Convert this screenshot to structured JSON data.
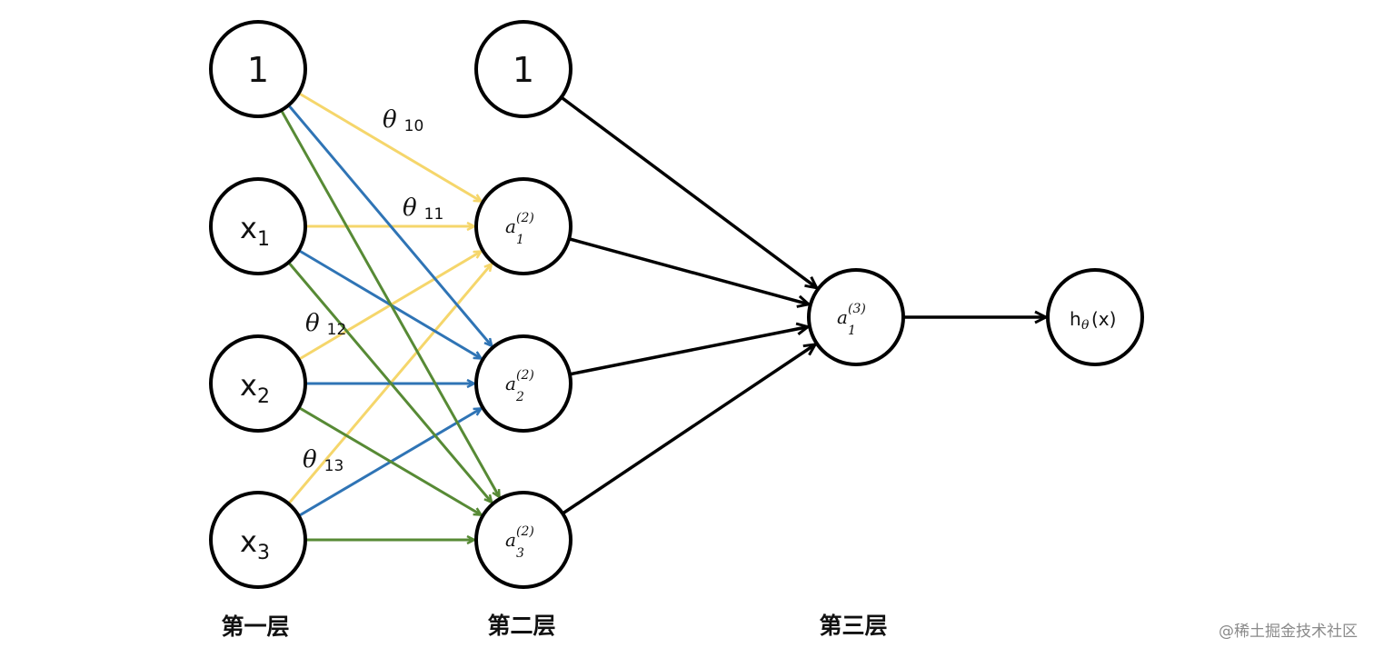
{
  "colors": {
    "yellow": "#f5d66b",
    "blue": "#2f74b5",
    "green": "#578a35",
    "black": "#000000"
  },
  "layer1": {
    "label": "第一层",
    "bias": "1",
    "x1": {
      "base": "x",
      "sub": "1"
    },
    "x2": {
      "base": "x",
      "sub": "2"
    },
    "x3": {
      "base": "x",
      "sub": "3"
    }
  },
  "layer2": {
    "label": "第二层",
    "bias": "1",
    "a1": {
      "base": "a",
      "sup": "(2)",
      "sub": "1"
    },
    "a2": {
      "base": "a",
      "sup": "(2)",
      "sub": "2"
    },
    "a3": {
      "base": "a",
      "sup": "(2)",
      "sub": "3"
    }
  },
  "layer3": {
    "label": "第三层",
    "a1": {
      "base": "a",
      "sup": "(3)",
      "sub": "1"
    }
  },
  "output": {
    "h": "h",
    "theta": "θ",
    "arg": "(x)"
  },
  "thetas": [
    {
      "sym": "θ",
      "sub": "10"
    },
    {
      "sym": "θ",
      "sub": "11"
    },
    {
      "sym": "θ",
      "sub": "12"
    },
    {
      "sym": "θ",
      "sub": "13"
    }
  ],
  "edges": [
    {
      "from": "bias1",
      "to": "a1",
      "color": "yellow"
    },
    {
      "from": "x1",
      "to": "a1",
      "color": "yellow"
    },
    {
      "from": "x2",
      "to": "a1",
      "color": "yellow"
    },
    {
      "from": "x3",
      "to": "a1",
      "color": "yellow"
    },
    {
      "from": "bias1",
      "to": "a2",
      "color": "blue"
    },
    {
      "from": "x1",
      "to": "a2",
      "color": "blue"
    },
    {
      "from": "x2",
      "to": "a2",
      "color": "blue"
    },
    {
      "from": "x3",
      "to": "a2",
      "color": "blue"
    },
    {
      "from": "bias1",
      "to": "a3",
      "color": "green"
    },
    {
      "from": "x1",
      "to": "a3",
      "color": "green"
    },
    {
      "from": "x2",
      "to": "a3",
      "color": "green"
    },
    {
      "from": "x3",
      "to": "a3",
      "color": "green"
    },
    {
      "from": "bias2",
      "to": "a31",
      "color": "black"
    },
    {
      "from": "a1",
      "to": "a31",
      "color": "black"
    },
    {
      "from": "a2",
      "to": "a31",
      "color": "black"
    },
    {
      "from": "a3",
      "to": "a31",
      "color": "black"
    },
    {
      "from": "a31",
      "to": "out",
      "color": "black"
    }
  ],
  "watermark": "@稀土掘金技术社区"
}
